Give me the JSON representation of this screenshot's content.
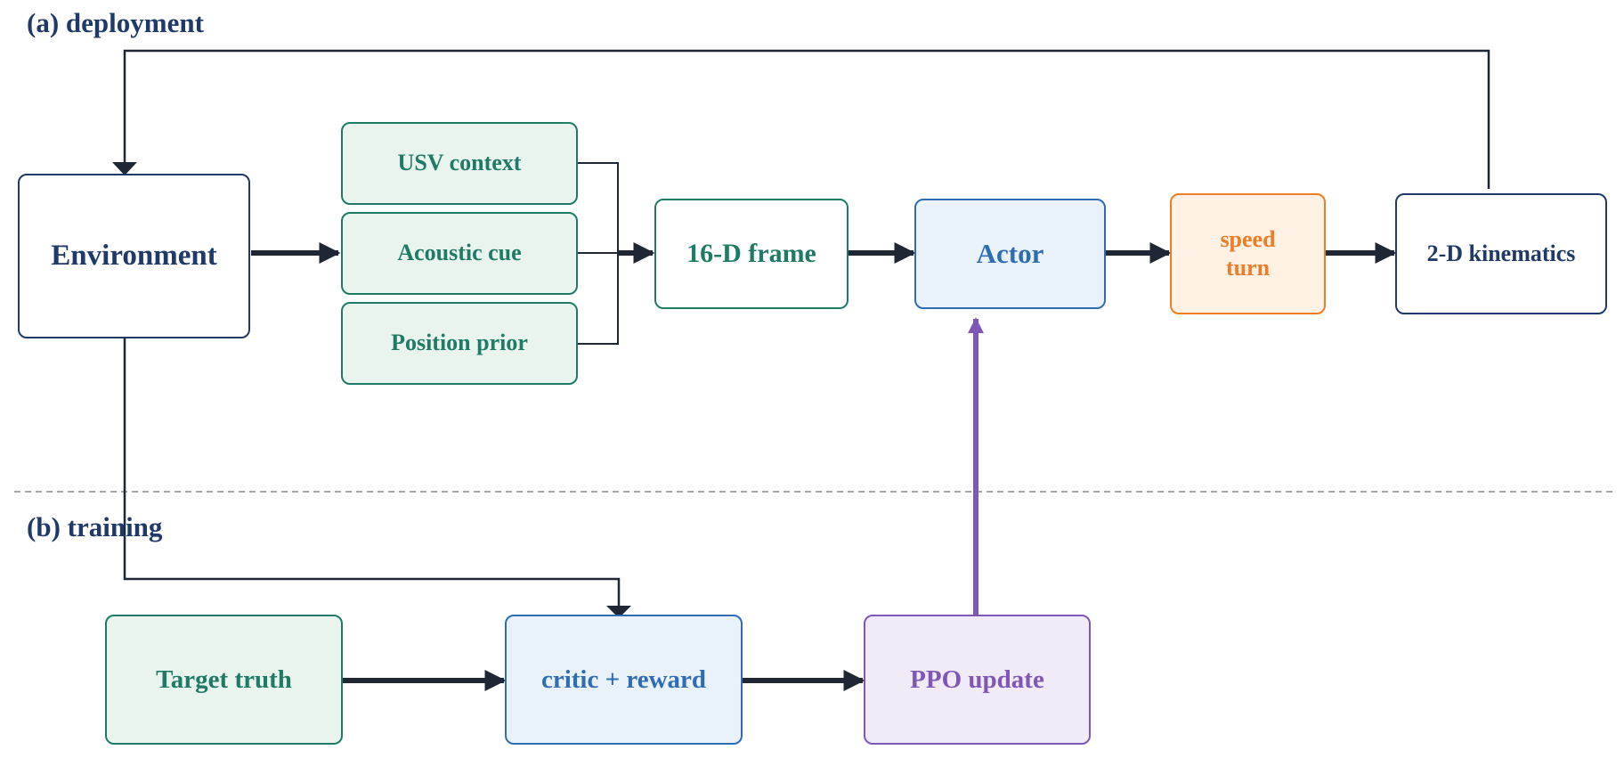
{
  "sections": {
    "deployment": "(a) deployment",
    "training": "(b) training"
  },
  "nodes": {
    "environment": "Environment",
    "usv_context": "USV context",
    "acoustic_cue": "Acoustic cue",
    "position_prior": "Position prior",
    "frame": "16-D frame",
    "actor": "Actor",
    "action_speed": "speed",
    "action_turn": "turn",
    "kinematics": "2-D kinematics",
    "target_truth": "Target truth",
    "critic_reward": "critic + reward",
    "ppo_update": "PPO update"
  },
  "colors": {
    "navy": "#1f3a68",
    "green": "#1f7a66",
    "blue": "#2e6db4",
    "orange": "#ee7d27",
    "purple": "#7e57b7",
    "arrow": "#1e2733",
    "divider": "#888888"
  }
}
